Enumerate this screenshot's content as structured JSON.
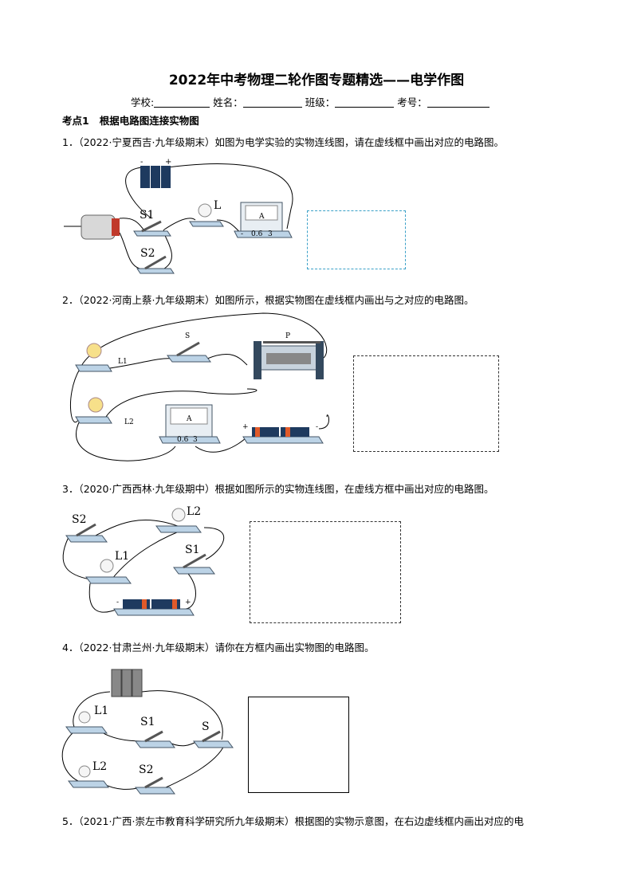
{
  "header": {
    "title": "2022年中考物理二轮作图专题精选——电学作图",
    "school_label": "学校:",
    "name_label": "姓名：",
    "class_label": "班级：",
    "number_label": "考号："
  },
  "section": {
    "label": "考点1",
    "title": "根据电路图连接实物图"
  },
  "questions": [
    {
      "num": "1．",
      "source": "（2022·宁夏西吉·九年级期末）",
      "text": "如图为电学实验的实物连线图，请在虚线框中画出对应的电路图。",
      "labels": {
        "s1": "S1",
        "s2": "S2",
        "lamp": "L",
        "meter_a": "A",
        "meter_minus": "-",
        "meter_06": "0.6",
        "meter_3": "3"
      }
    },
    {
      "num": "2．",
      "source": "（2022·河南上蔡·九年级期末）",
      "text": "如图所示，根据实物图在虚线框内画出与之对应的电路图。",
      "labels": {
        "l1": "L1",
        "l2": "L2",
        "s": "S",
        "p": "P",
        "plus": "+",
        "minus": "-",
        "meter_a": "A",
        "meter_06": "0.6",
        "meter_3": "3"
      }
    },
    {
      "num": "3．",
      "source": "（2020·广西西林·九年级期中）",
      "text": "根据如图所示的实物连线图，在虚线方框中画出对应的电路图。",
      "labels": {
        "s1": "S1",
        "s2": "S2",
        "l1": "L1",
        "l2": "L2",
        "minus": "-",
        "plus": "+"
      }
    },
    {
      "num": "4．",
      "source": "（2022·甘肃兰州·九年级期末）",
      "text": "请你在方框内画出实物图的电路图。",
      "labels": {
        "l1": "L1",
        "l2": "L2",
        "s1": "S1",
        "s2": "S2",
        "s": "S"
      }
    },
    {
      "num": "5．",
      "source": "（2021·广西·崇左市教育科学研究所九年级期末）",
      "text": "根据图的实物示意图，在右边虚线框内画出对应的电"
    }
  ],
  "colors": {
    "accent_box": "#3aa0c8",
    "battery": "#1e3a5f",
    "battery_stripe": "#e05a2a",
    "base": "#bcd3e6"
  }
}
